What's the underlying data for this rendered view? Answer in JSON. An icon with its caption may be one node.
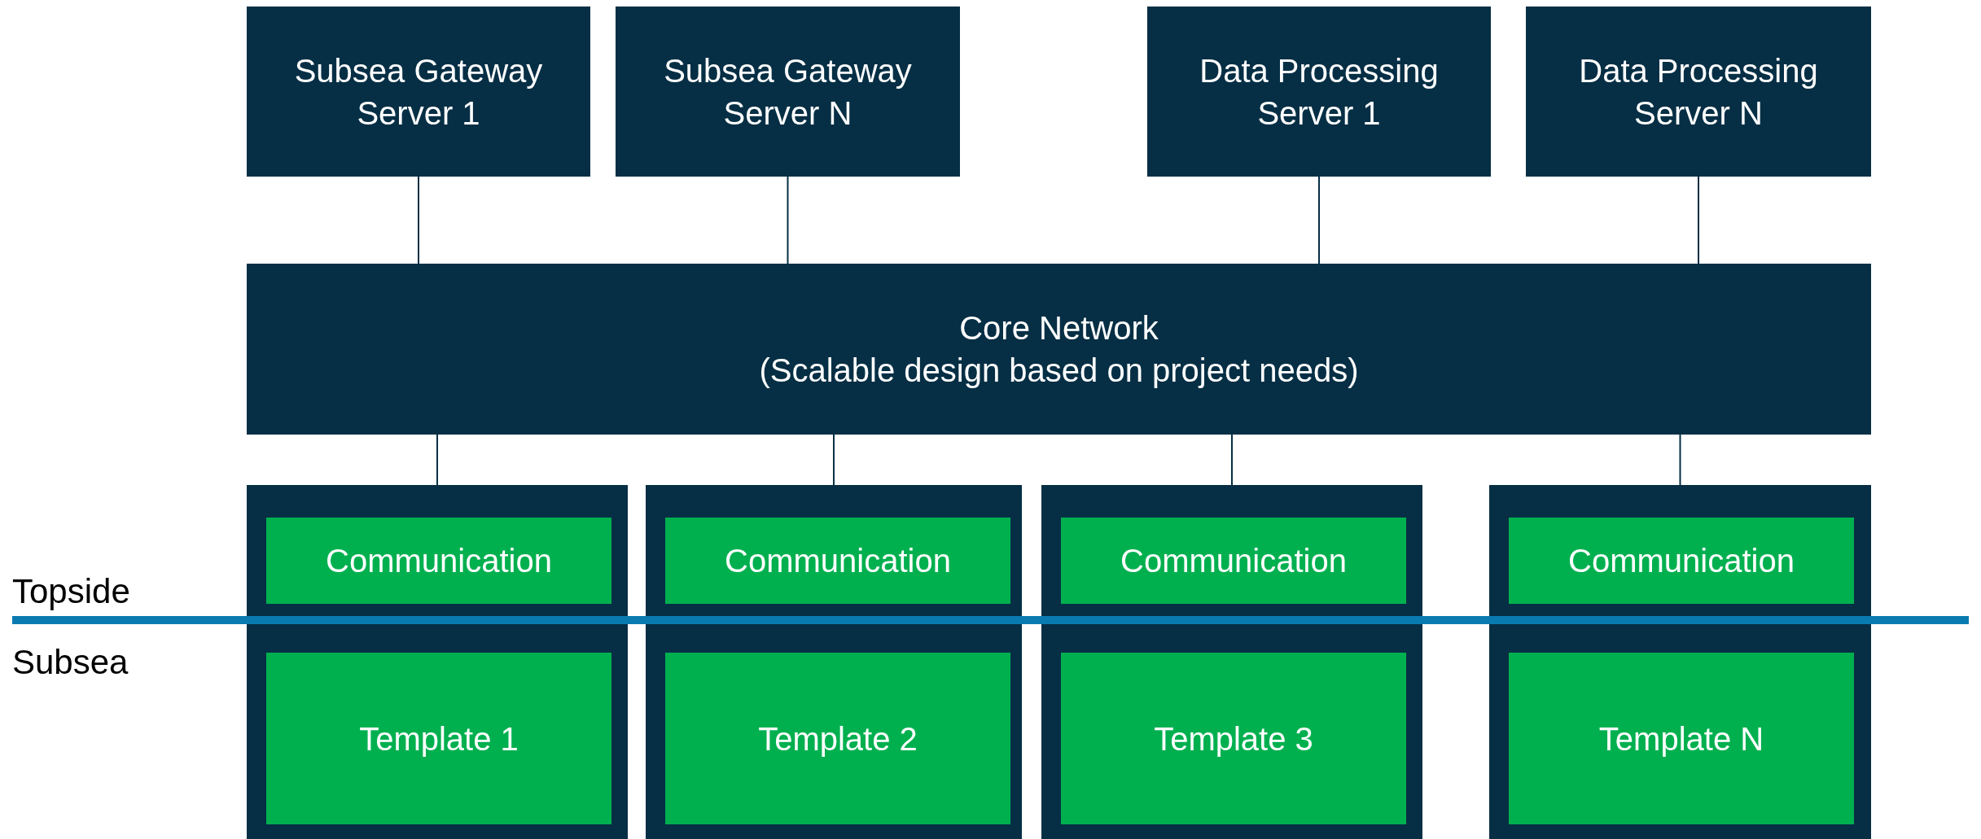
{
  "diagram": {
    "nodes": [
      {
        "text": [
          "Subsea Gateway Server 1"
        ]
      },
      {
        "text": [
          "Subsea Gateway Server N"
        ]
      },
      {
        "text": [
          "Data Processing Server 1"
        ]
      },
      {
        "text": [
          "Data Processing Server N"
        ]
      },
      {
        "text": [
          "Core Network",
          "(Scalable design based on project needs)"
        ]
      },
      {
        "text": [],
        "shape": "box"
      },
      {
        "text": [
          "Communication"
        ],
        "in": 5
      },
      {
        "text": [
          "Template 1"
        ],
        "in": 5
      },
      {
        "text": [],
        "shape": "box"
      },
      {
        "text": [
          "Communication"
        ],
        "in": 8
      },
      {
        "text": [
          "Template 2"
        ],
        "in": 8
      },
      {
        "text": [],
        "shape": "box"
      },
      {
        "text": [
          "Communication"
        ],
        "in": 11
      },
      {
        "text": [
          "Template 3"
        ],
        "in": 11
      },
      {
        "text": [],
        "shape": "box"
      },
      {
        "text": [
          "Communication"
        ],
        "in": 14
      },
      {
        "text": [
          "Template N"
        ],
        "in": 14
      }
    ],
    "edges": [
      {
        "from": 0,
        "to": 4,
        "arrow": "none"
      },
      {
        "from": 1,
        "to": 4,
        "arrow": "none"
      },
      {
        "from": 2,
        "to": 4,
        "arrow": "none"
      },
      {
        "from": 3,
        "to": 4,
        "arrow": "none"
      },
      {
        "from": 4,
        "to": 5,
        "arrow": "none"
      },
      {
        "from": 4,
        "to": 8,
        "arrow": "none"
      },
      {
        "from": 4,
        "to": 11,
        "arrow": "none"
      },
      {
        "from": 4,
        "to": 14,
        "arrow": "none"
      }
    ],
    "labels": [
      "Topside",
      "Subsea"
    ]
  }
}
